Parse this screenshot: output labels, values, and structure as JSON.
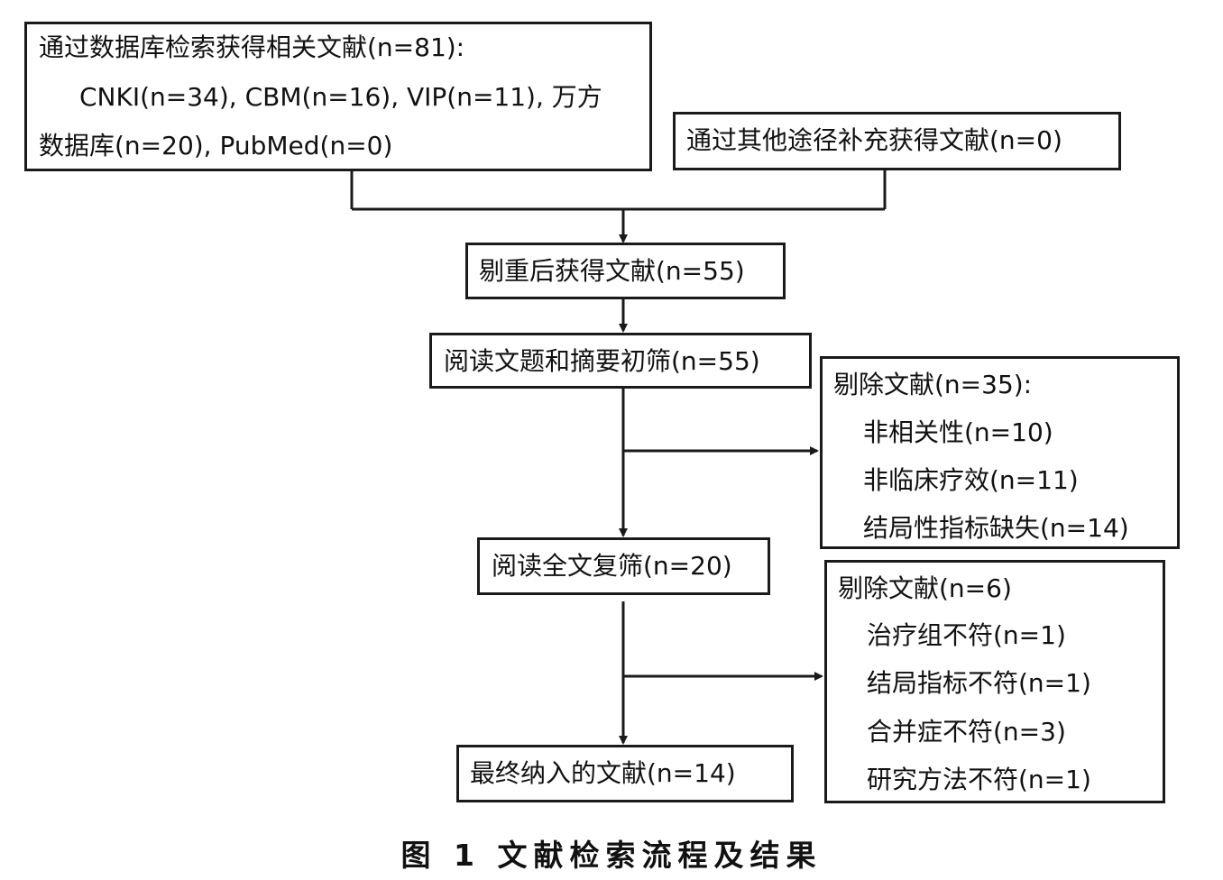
{
  "boxes": {
    "database_search": {
      "lines": [
        "通过数据库检索获得相关文献(n=81):",
        "CNKI(n=34), CBM(n=16), VIP(n=11), 万方",
        "数据库(n=20), PubMed(n=0)"
      ]
    },
    "other_sources": {
      "lines": [
        "通过其他途径补充获得文献(n=0)"
      ]
    },
    "after_dedup": {
      "lines": [
        "剔重后获得文献(n=55)"
      ]
    },
    "title_abstract_screen": {
      "lines": [
        "阅读文题和摘要初筛(n=55)"
      ]
    },
    "excluded_first": {
      "lines": [
        "剔除文献(n=35):",
        "非相关性(n=10)",
        "非临床疗效(n=11)",
        "结局性指标缺失(n=14)"
      ]
    },
    "fulltext_screen": {
      "lines": [
        "阅读全文复筛(n=20)"
      ]
    },
    "excluded_second": {
      "lines": [
        "剔除文献(n=6)",
        "治疗组不符(n=1)",
        "结局指标不符(n=1)",
        "合并症不符(n=3)",
        "研究方法不符(n=1)"
      ]
    },
    "final_included": {
      "lines": [
        "最终纳入的文献(n=14)"
      ]
    }
  },
  "caption": "图 1  文献检索流程及结果"
}
